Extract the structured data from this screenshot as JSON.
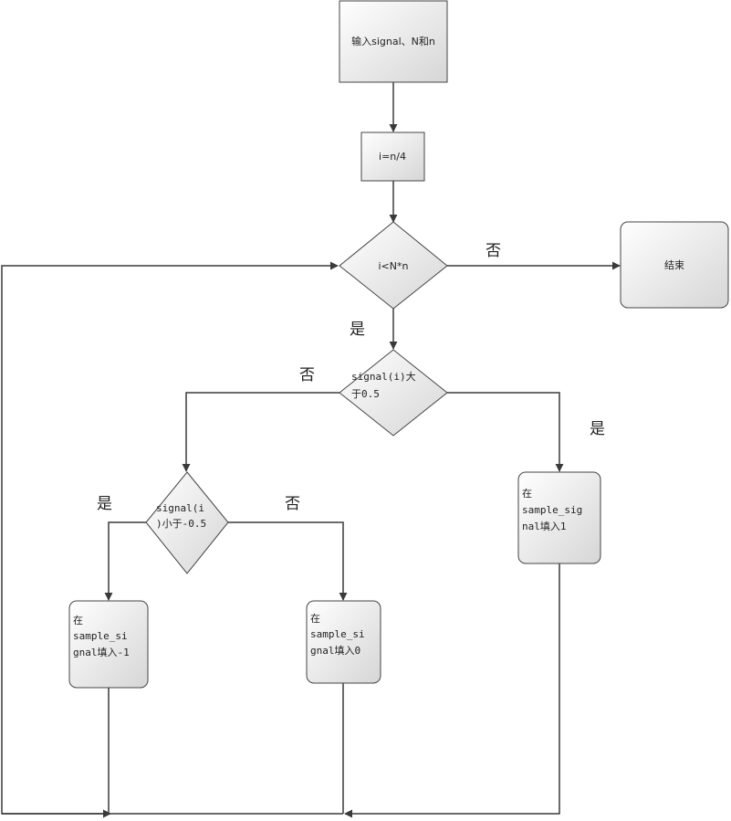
{
  "nodes": {
    "input": {
      "lines": [
        "输入signal、N和n"
      ]
    },
    "init": {
      "lines": [
        "i=n/4"
      ]
    },
    "loop_cond": {
      "lines": [
        "i<N*n"
      ]
    },
    "end": {
      "lines": [
        "结束"
      ]
    },
    "gt_cond": {
      "lines": [
        "signal(i)大",
        "于0.5"
      ]
    },
    "lt_cond": {
      "lines": [
        "signal(i",
        ")小于-0.5"
      ]
    },
    "fill_pos": {
      "lines": [
        "在",
        "sample_sig",
        "nal填入1"
      ]
    },
    "fill_neg": {
      "lines": [
        "在",
        "sample_si",
        "gnal填入-1"
      ]
    },
    "fill_zero": {
      "lines": [
        "在",
        "sample_si",
        "gnal填入0"
      ]
    }
  },
  "edge_labels": {
    "loop_no": "否",
    "loop_yes": "是",
    "gt_no": "否",
    "gt_yes": "是",
    "lt_yes": "是",
    "lt_no": "否"
  }
}
